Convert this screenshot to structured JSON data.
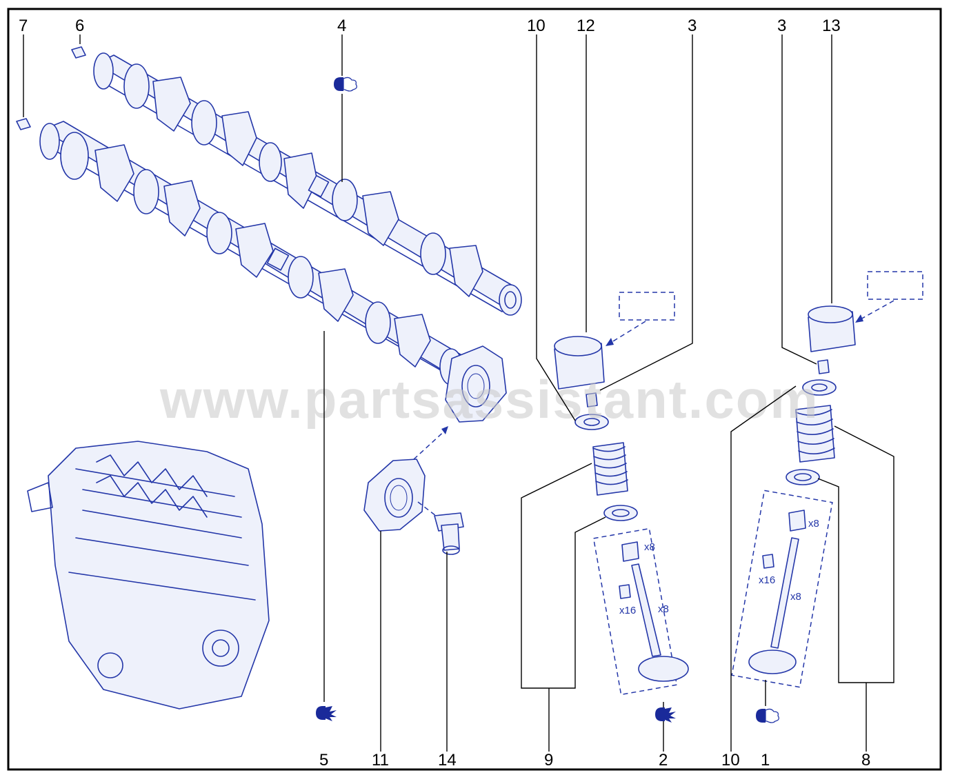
{
  "watermark": "www.partsassistant.com",
  "callouts": {
    "c7": "7",
    "c6": "6",
    "c4": "4",
    "c10a": "10",
    "c12": "12",
    "c3a": "3",
    "c3b": "3",
    "c13": "13",
    "c5": "5",
    "c11": "11",
    "c14": "14",
    "c9": "9",
    "c2": "2",
    "c10b": "10",
    "c1": "1",
    "c8": "8"
  },
  "quantities": {
    "left_seal": "x8",
    "left_keeper": "x16",
    "left_valve": "x8",
    "right_seal": "x8",
    "right_keeper": "x16",
    "right_valve": "x8"
  },
  "colors": {
    "ink": "#2336a8",
    "frame": "#000000",
    "watermark": "#c9c9c9"
  },
  "icons": [
    "grease-icon",
    "oil-icon"
  ]
}
